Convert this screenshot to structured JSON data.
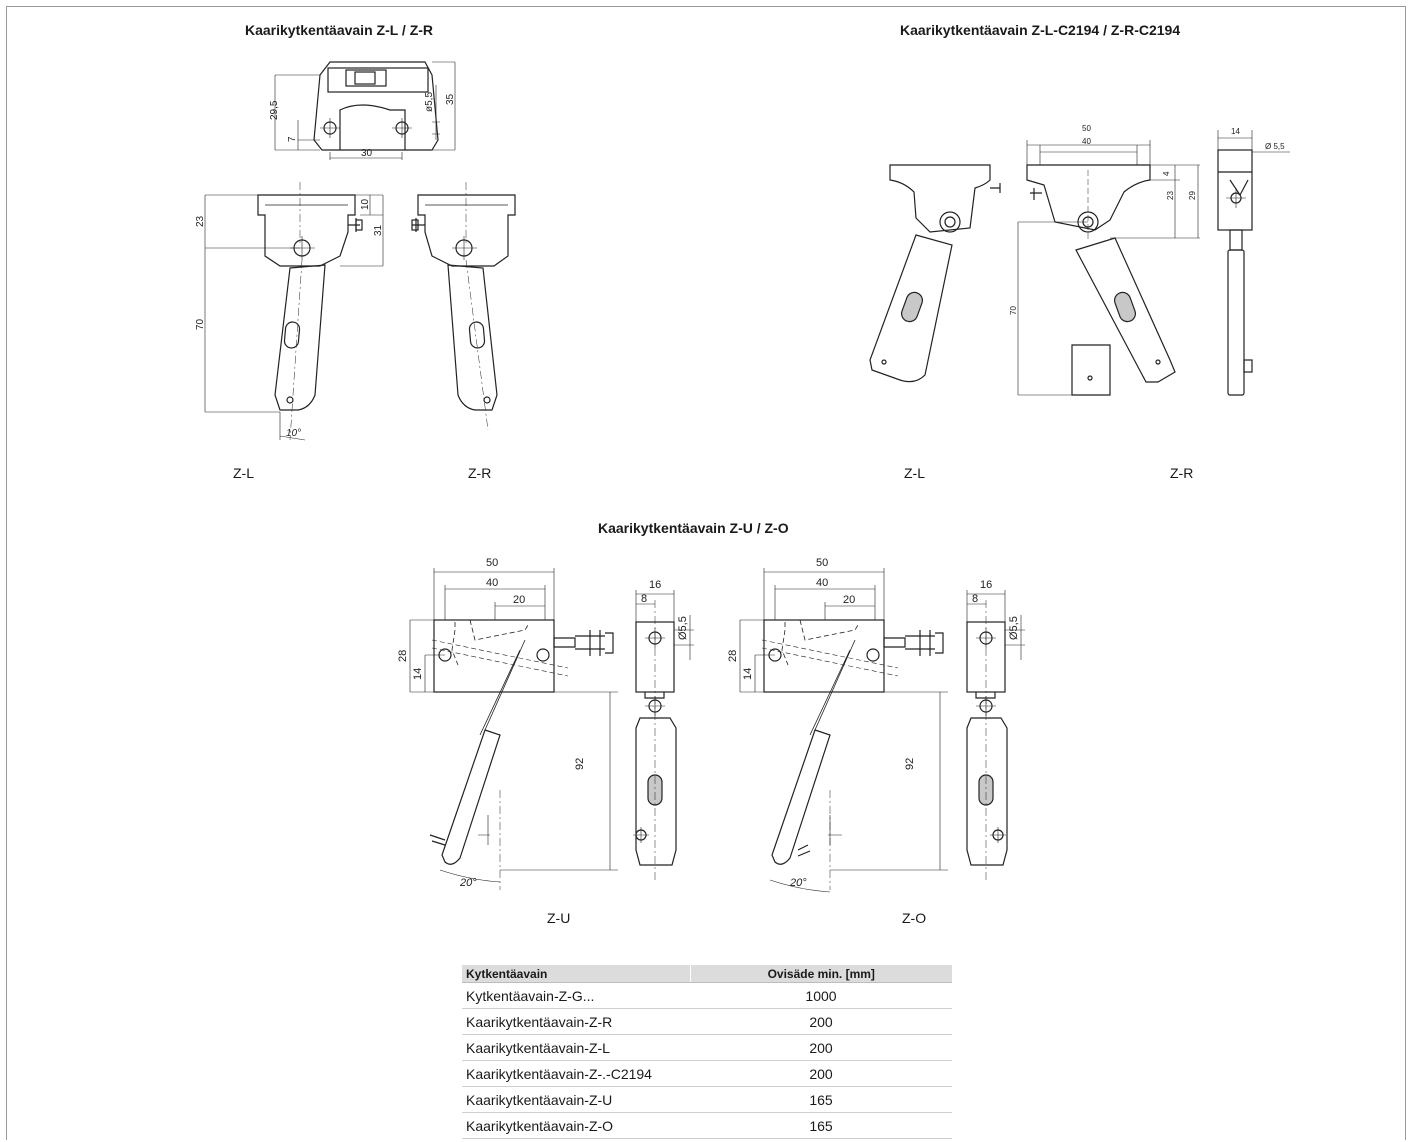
{
  "titles": {
    "zl_zr": "Kaarikytkentäavain Z-L / Z-R",
    "c2194": "Kaarikytkentäavain Z-L-C2194 / Z-R-C2194",
    "zu_zo": "Kaarikytkentäavain Z-U / Z-O"
  },
  "captions": {
    "zl_a": "Z-L",
    "zr_a": "Z-R",
    "zl_b": "Z-L",
    "zr_b": "Z-R",
    "zu": "Z-U",
    "zo": "Z-O"
  },
  "dims": {
    "d29_5": "29,5",
    "d7": "7",
    "d5_5": "ø5,5",
    "d35": "35",
    "d30": "30",
    "d23": "23",
    "d10": "10",
    "d31": "31",
    "d70": "70",
    "d10deg": "10°",
    "c_50": "50",
    "c_40": "40",
    "c_4": "4",
    "c_23": "23",
    "c_29": "29",
    "c_70": "70",
    "c_14": "14",
    "c_d55": "Ø 5,5",
    "u_50": "50",
    "u_40": "40",
    "u_20": "20",
    "u_28": "28",
    "u_14": "14",
    "u_92": "92",
    "u_16": "16",
    "u_8": "8",
    "u_d55": "Ø5,5",
    "u_20deg": "20°"
  },
  "table": {
    "headers": [
      "Kytkentäavain",
      "Ovisäde min. [mm]"
    ],
    "rows": [
      [
        "Kytkentäavain-Z-G...",
        "1000"
      ],
      [
        "Kaarikytkentäavain-Z-R",
        "200"
      ],
      [
        "Kaarikytkentäavain-Z-L",
        "200"
      ],
      [
        "Kaarikytkentäavain-Z-.-C2194",
        "200"
      ],
      [
        "Kaarikytkentäavain-Z-U",
        "165"
      ],
      [
        "Kaarikytkentäavain-Z-O",
        "165"
      ]
    ]
  }
}
